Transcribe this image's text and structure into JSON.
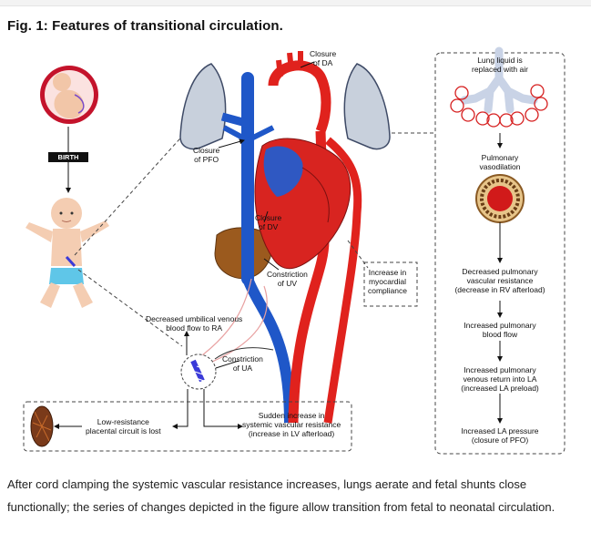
{
  "figure": {
    "title": "Fig. 1: Features of transitional circulation.",
    "birth": "BIRTH",
    "labels": {
      "closure_da": "Closure\nof DA",
      "closure_pfo": "Closure\nof PFO",
      "closure_dv": "Closure\nof DV",
      "constriction_uv": "Constriction\nof UV",
      "constriction_ua": "Constriction\nof UA",
      "umbilical_flow": "Decreased umbilical venous\nblood flow to RA",
      "myocardial": "Increase in\nmyocardial\ncompliance",
      "placental": "Low-resistance\nplacental circuit is lost",
      "svr": "Sudden increase in\nsystemic vascular resistance\n(increase in LV afterload)"
    },
    "cascade": [
      "Lung liquid is\nreplaced with air",
      "Pulmonary\nvasodilation",
      "Decreased pulmonary\nvascular resistance\n(decrease in RV afterload)",
      "Increased pulmonary\nblood flow",
      "Increased pulmonary\nvenous return into LA\n(increased LA preload)",
      "Increased LA pressure\n(closure of PFO)"
    ]
  },
  "caption": "After cord clamping the systemic vascular resistance increases, lungs aerate and fetal shunts close functionally; the series of changes depicted in the figure allow transition from fetal to neonatal circulation.",
  "colors": {
    "artery": "#e0221d",
    "vein": "#1f57c8",
    "lung": "#c8d0dc",
    "liver": "#9b5a1e",
    "placenta": "#7a3a1a"
  }
}
